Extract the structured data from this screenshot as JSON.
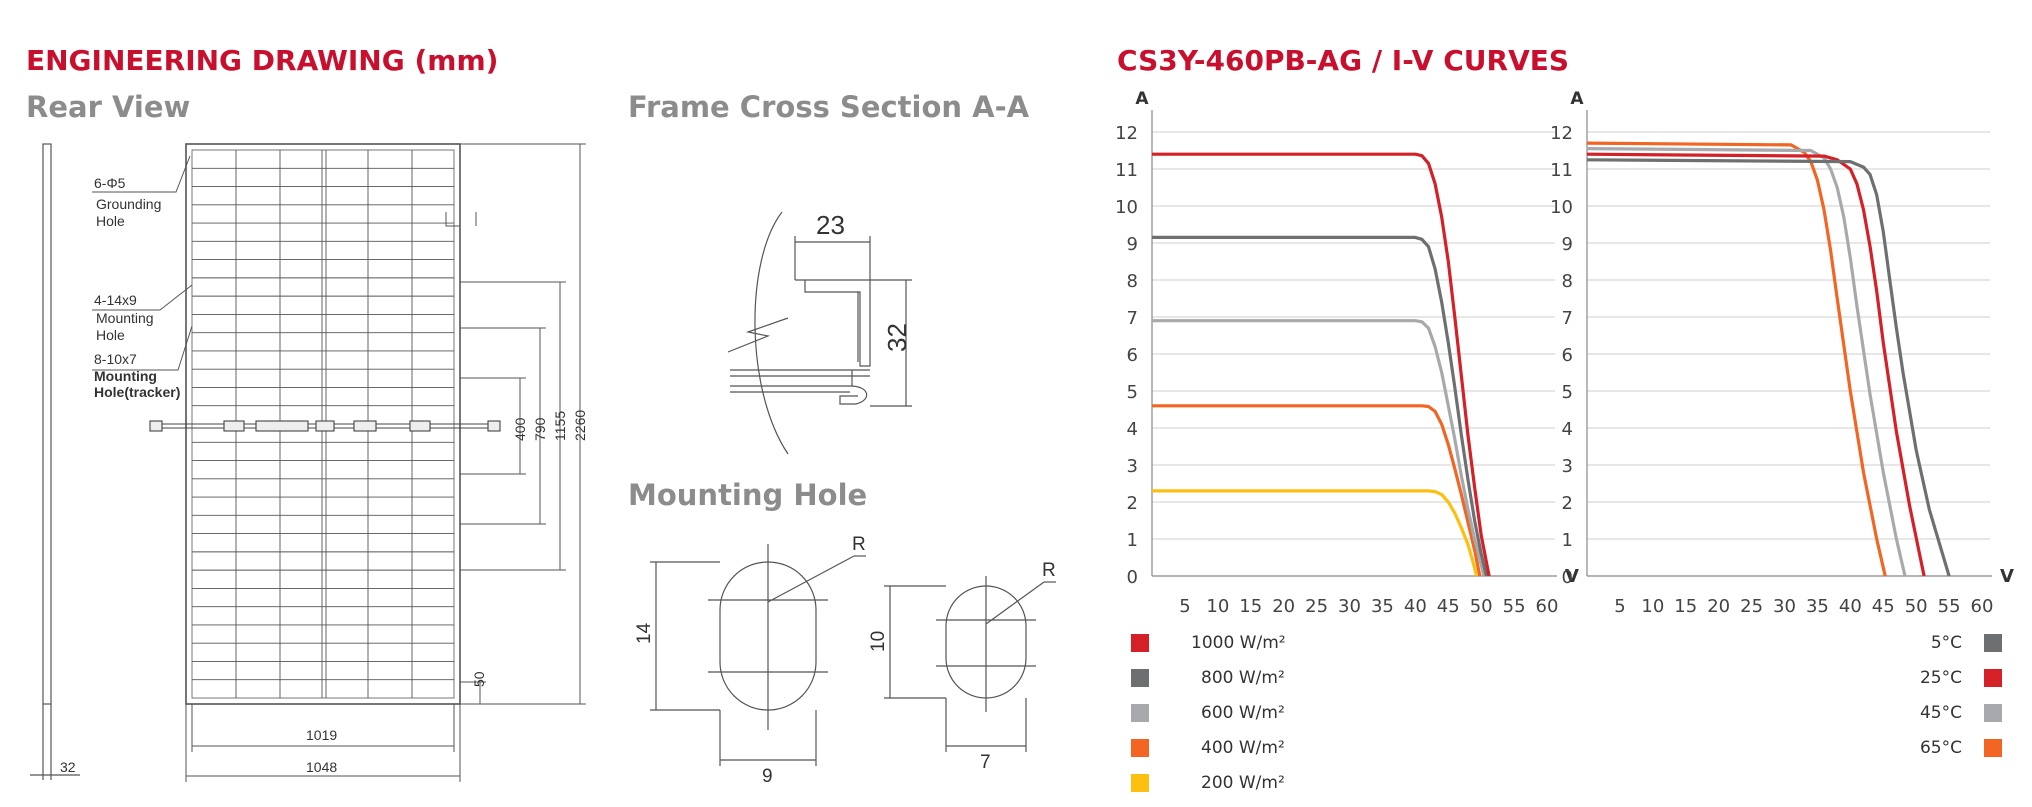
{
  "page": {
    "drawing_title": "ENGINEERING DRAWING (mm)",
    "rear_view_title": "Rear View",
    "cross_section_title": "Frame Cross Section A-A",
    "mounting_hole_title": "Mounting Hole",
    "curves_title": "CS3Y-460PB-AG / I-V CURVES"
  },
  "drawing": {
    "callouts": [
      {
        "code": "6-Φ5",
        "desc1": "Grounding",
        "desc2": "Hole"
      },
      {
        "code": "4-14x9",
        "desc1": "Mounting",
        "desc2": "Hole"
      },
      {
        "code": "8-10x7",
        "desc1": "Mounting",
        "desc2": "Hole(tracker)"
      }
    ],
    "dims": {
      "d400": "400",
      "d790": "790",
      "d1155": "1155",
      "d2260": "2260",
      "d50": "50",
      "d1019": "1019",
      "d1048": "1048",
      "d32": "32",
      "cs_23": "23",
      "cs_32": "32",
      "mh1_h": "14",
      "mh1_w": "9",
      "mh1_r": "R",
      "mh2_h": "10",
      "mh2_w": "7",
      "mh2_r": "R"
    }
  },
  "chart_data": [
    {
      "type": "line",
      "title": "CS3Y-460PB-AG / I-V CURVES",
      "xlabel": "V",
      "ylabel": "A",
      "xlim": [
        0,
        60
      ],
      "ylim": [
        0,
        12
      ],
      "x_ticks": [
        5,
        10,
        15,
        20,
        25,
        30,
        35,
        40,
        45,
        50,
        55,
        60
      ],
      "y_ticks": [
        0,
        1,
        2,
        3,
        4,
        5,
        6,
        7,
        8,
        9,
        10,
        11,
        12
      ],
      "grid": true,
      "legend_position": "bottom-left",
      "series": [
        {
          "name": "1000 W/m²",
          "color": "#d42027",
          "isc": 11.4,
          "voc": 51.2,
          "knee_v": 41.0,
          "points": [
            [
              0,
              11.4
            ],
            [
              40,
              11.4
            ],
            [
              41,
              11.36
            ],
            [
              42,
              11.15
            ],
            [
              43,
              10.6
            ],
            [
              44,
              9.7
            ],
            [
              45,
              8.5
            ],
            [
              46,
              7.0
            ],
            [
              47,
              5.4
            ],
            [
              48,
              3.8
            ],
            [
              49,
              2.4
            ],
            [
              50,
              1.1
            ],
            [
              51.2,
              0
            ]
          ]
        },
        {
          "name": "800 W/m²",
          "color": "#6e6f71",
          "isc": 9.15,
          "voc": 50.8,
          "knee_v": 40.5,
          "points": [
            [
              0,
              9.15
            ],
            [
              40,
              9.15
            ],
            [
              41,
              9.1
            ],
            [
              42,
              8.9
            ],
            [
              43,
              8.3
            ],
            [
              44,
              7.4
            ],
            [
              45,
              6.3
            ],
            [
              46,
              5.1
            ],
            [
              47,
              3.8
            ],
            [
              48,
              2.6
            ],
            [
              49,
              1.5
            ],
            [
              50,
              0.6
            ],
            [
              50.8,
              0
            ]
          ]
        },
        {
          "name": "600 W/m²",
          "color": "#a7a9ac",
          "isc": 6.9,
          "voc": 50.4,
          "knee_v": 41.0,
          "points": [
            [
              0,
              6.9
            ],
            [
              40,
              6.9
            ],
            [
              41,
              6.87
            ],
            [
              42,
              6.7
            ],
            [
              43,
              6.2
            ],
            [
              44,
              5.5
            ],
            [
              45,
              4.6
            ],
            [
              46,
              3.7
            ],
            [
              47,
              2.7
            ],
            [
              48,
              1.8
            ],
            [
              49,
              1.0
            ],
            [
              50,
              0.3
            ],
            [
              50.4,
              0
            ]
          ]
        },
        {
          "name": "400 W/m²",
          "color": "#f26522",
          "isc": 4.6,
          "voc": 49.8,
          "knee_v": 41.5,
          "points": [
            [
              0,
              4.6
            ],
            [
              41,
              4.6
            ],
            [
              42,
              4.58
            ],
            [
              43,
              4.45
            ],
            [
              44,
              4.1
            ],
            [
              45,
              3.55
            ],
            [
              46,
              2.9
            ],
            [
              47,
              2.2
            ],
            [
              48,
              1.45
            ],
            [
              49,
              0.7
            ],
            [
              49.8,
              0
            ]
          ]
        },
        {
          "name": "200 W/m²",
          "color": "#fdc010",
          "isc": 2.3,
          "voc": 49.3,
          "knee_v": 42.0,
          "points": [
            [
              0,
              2.3
            ],
            [
              42,
              2.3
            ],
            [
              43,
              2.28
            ],
            [
              44,
              2.2
            ],
            [
              45,
              2.0
            ],
            [
              46,
              1.7
            ],
            [
              47,
              1.3
            ],
            [
              48,
              0.85
            ],
            [
              48.8,
              0.35
            ],
            [
              49.3,
              0
            ]
          ]
        }
      ]
    },
    {
      "type": "line",
      "xlabel": "V",
      "ylabel": "A",
      "xlim": [
        0,
        60
      ],
      "ylim": [
        0,
        12
      ],
      "x_ticks": [
        5,
        10,
        15,
        20,
        25,
        30,
        35,
        40,
        45,
        50,
        55,
        60
      ],
      "y_ticks": [
        0,
        1,
        2,
        3,
        4,
        5,
        6,
        7,
        8,
        9,
        10,
        11,
        12
      ],
      "grid": true,
      "legend_position": "bottom-right",
      "series": [
        {
          "name": "5°C",
          "color": "#6e6f71",
          "isc": 11.25,
          "voc": 55.0,
          "points": [
            [
              0,
              11.25
            ],
            [
              40,
              11.2
            ],
            [
              42,
              11.05
            ],
            [
              43,
              10.85
            ],
            [
              44,
              10.3
            ],
            [
              45,
              9.3
            ],
            [
              46,
              8.0
            ],
            [
              47,
              6.7
            ],
            [
              48,
              5.5
            ],
            [
              50,
              3.4
            ],
            [
              52,
              1.8
            ],
            [
              54,
              0.6
            ],
            [
              55,
              0
            ]
          ]
        },
        {
          "name": "25°C",
          "color": "#d42027",
          "isc": 11.4,
          "voc": 51.2,
          "points": [
            [
              0,
              11.4
            ],
            [
              36,
              11.35
            ],
            [
              38,
              11.25
            ],
            [
              40,
              11.0
            ],
            [
              41,
              10.6
            ],
            [
              42,
              9.9
            ],
            [
              43,
              8.9
            ],
            [
              44,
              7.7
            ],
            [
              45,
              6.3
            ],
            [
              47,
              3.9
            ],
            [
              49,
              1.9
            ],
            [
              50.5,
              0.6
            ],
            [
              51.2,
              0
            ]
          ]
        },
        {
          "name": "45°C",
          "color": "#a7a9ac",
          "isc": 11.55,
          "voc": 48.3,
          "points": [
            [
              0,
              11.55
            ],
            [
              34,
              11.5
            ],
            [
              36,
              11.3
            ],
            [
              37,
              11.0
            ],
            [
              38,
              10.5
            ],
            [
              39,
              9.7
            ],
            [
              40,
              8.6
            ],
            [
              41,
              7.3
            ],
            [
              43,
              4.9
            ],
            [
              45,
              2.8
            ],
            [
              47,
              1.0
            ],
            [
              48.3,
              0
            ]
          ]
        },
        {
          "name": "65°C",
          "color": "#f26522",
          "isc": 11.7,
          "voc": 45.3,
          "points": [
            [
              0,
              11.7
            ],
            [
              31,
              11.65
            ],
            [
              33,
              11.45
            ],
            [
              34,
              11.2
            ],
            [
              35,
              10.7
            ],
            [
              36,
              9.9
            ],
            [
              37,
              8.8
            ],
            [
              38,
              7.5
            ],
            [
              40,
              5.0
            ],
            [
              42,
              2.8
            ],
            [
              44,
              1.0
            ],
            [
              45.3,
              0
            ]
          ]
        }
      ]
    }
  ]
}
